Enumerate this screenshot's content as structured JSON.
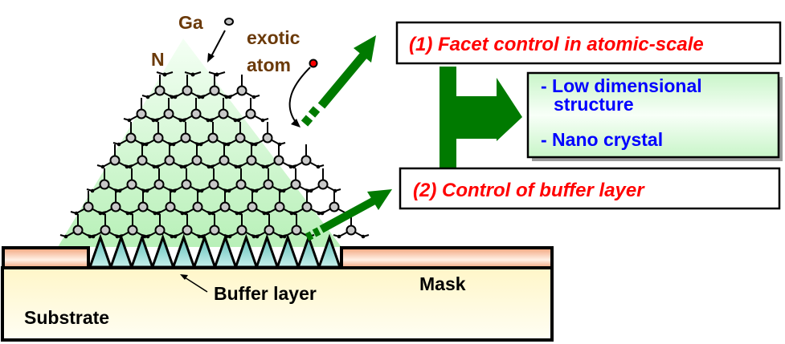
{
  "labels": {
    "ga": "Ga",
    "n": "N",
    "exotic_line1": "exotic",
    "exotic_line2": "atom",
    "buffer_layer": "Buffer layer",
    "mask": "Mask",
    "substrate": "Substrate"
  },
  "boxes": {
    "facet_control": "(1) Facet control in atomic-scale",
    "buffer_control": "(2) Control of buffer layer",
    "results": [
      "- Low dimensional",
      "structure",
      "- Nano crystal"
    ]
  },
  "colors": {
    "label_brown": "#6b3a0a",
    "red_text": "#ff0000",
    "blue_text": "#0000ff",
    "arrow_green": "#007a00",
    "mask": "#f6b896",
    "substrate": "#fffbe0",
    "buffer": "#7fd3cc"
  }
}
